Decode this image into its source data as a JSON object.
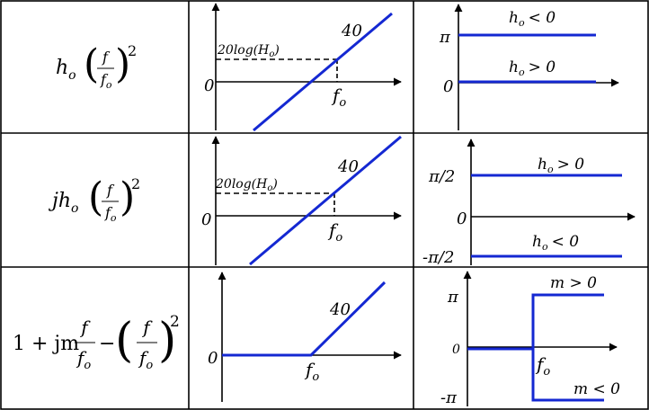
{
  "colors": {
    "curve": "#1428d2",
    "ink": "#000000",
    "grid": "#000000",
    "background": "#ffffff"
  },
  "rows": [
    {
      "expression": {
        "prefix": "",
        "coef": "h",
        "coef_sub": "o",
        "num": "f",
        "den": "f",
        "den_sub": "o",
        "power": "2"
      },
      "magnitude": {
        "zero": "0",
        "level_base": "20log(H",
        "level_sub": "o",
        "level_close": ")",
        "slope": "40",
        "corner_base": "f",
        "corner_sub": "o"
      },
      "phase": {
        "upper_tick": "π",
        "middle_tick": "0",
        "lower_tick": "",
        "upper_label": {
          "base": "h",
          "sub": "o",
          "rel": "< 0"
        },
        "lower_label": {
          "base": "h",
          "sub": "o",
          "rel": "> 0"
        }
      }
    },
    {
      "expression": {
        "prefix": "j",
        "coef": "h",
        "coef_sub": "o",
        "num": "f",
        "den": "f",
        "den_sub": "o",
        "power": "2"
      },
      "magnitude": {
        "zero": "0",
        "level_base": "20log(H",
        "level_sub": "o",
        "level_close": ")",
        "slope": "40",
        "corner_base": "f",
        "corner_sub": "o"
      },
      "phase": {
        "upper_tick": "π/2",
        "middle_tick": "0",
        "lower_tick": "-π/2",
        "upper_label": {
          "base": "h",
          "sub": "o",
          "rel": "> 0"
        },
        "lower_label": {
          "base": "h",
          "sub": "o",
          "rel": "< 0"
        }
      }
    },
    {
      "expression": {
        "lead": "1 + jm",
        "frac_num": "f",
        "frac_den": "f",
        "frac_den_sub": "o",
        "minus": "−",
        "num": "f",
        "den": "f",
        "den_sub": "o",
        "power": "2"
      },
      "magnitude": {
        "zero": "0",
        "slope": "40",
        "corner_base": "f",
        "corner_sub": "o"
      },
      "phase": {
        "upper_tick": "π",
        "middle_tick": "0",
        "lower_tick": "-π",
        "corner_base": "f",
        "corner_sub": "o",
        "upper_label": {
          "text": "m > 0"
        },
        "lower_label": {
          "text": "m < 0"
        }
      }
    }
  ]
}
